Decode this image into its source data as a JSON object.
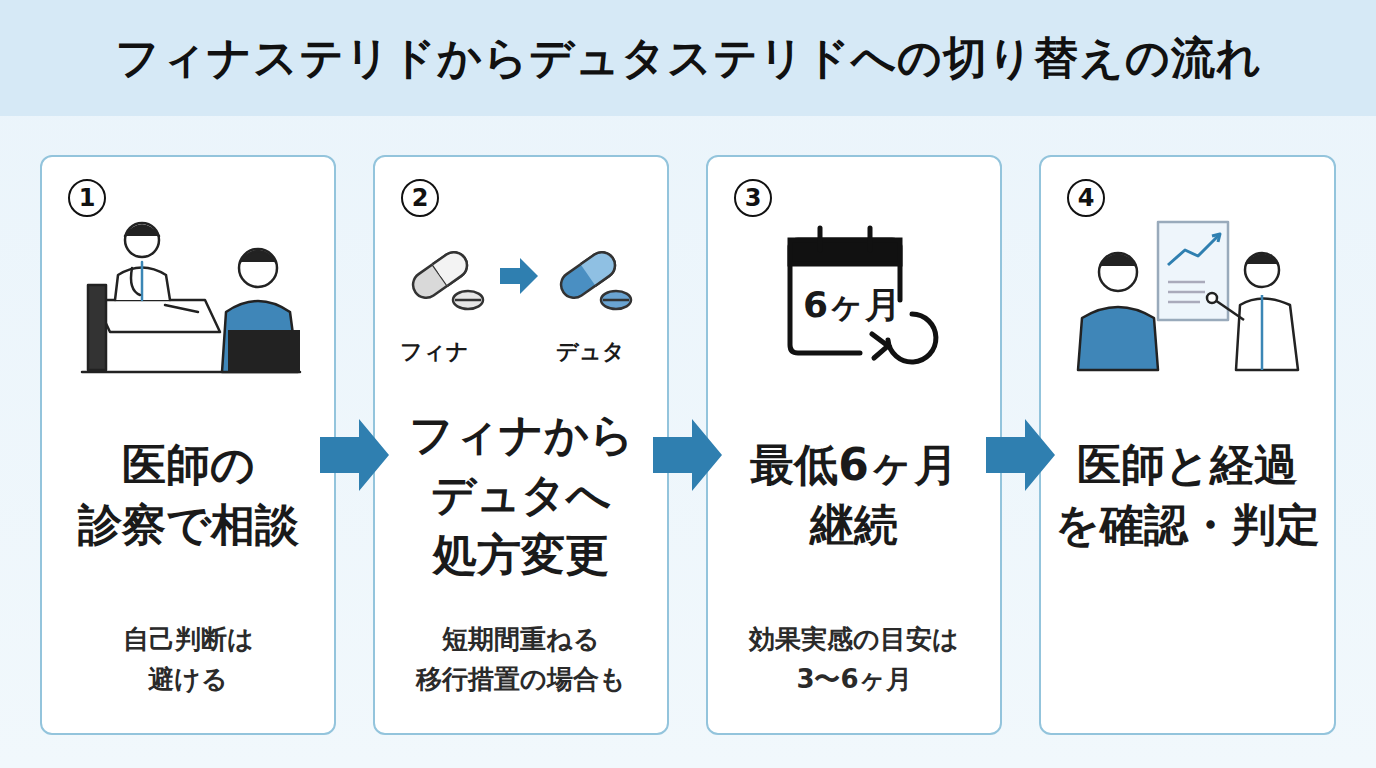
{
  "diagram": {
    "title": "フィナステリドからデュタステリドへの切り替えの流れ",
    "nodes": [
      {
        "text": [
          "1",
          "医師の 診察で相談",
          "自己判断は 避ける"
        ]
      },
      {
        "text": [
          "2",
          "フィナから デュタへ 処方変更",
          "短期間重ねる 移行措置の場合も"
        ]
      },
      {
        "text": [
          "3",
          "最低6ヶ月 継続",
          "効果実感の目安は 3〜6ヶ月"
        ]
      },
      {
        "text": [
          "4",
          "医師と経過 を確認・判定"
        ]
      }
    ],
    "edges": [
      {
        "from": 0,
        "to": 1,
        "arrow": "to"
      },
      {
        "from": 1,
        "to": 2,
        "arrow": "to"
      },
      {
        "from": 2,
        "to": 3,
        "arrow": "to"
      }
    ],
    "labels": [
      "フィナ",
      "デュタ",
      "6ヶ月"
    ]
  }
}
